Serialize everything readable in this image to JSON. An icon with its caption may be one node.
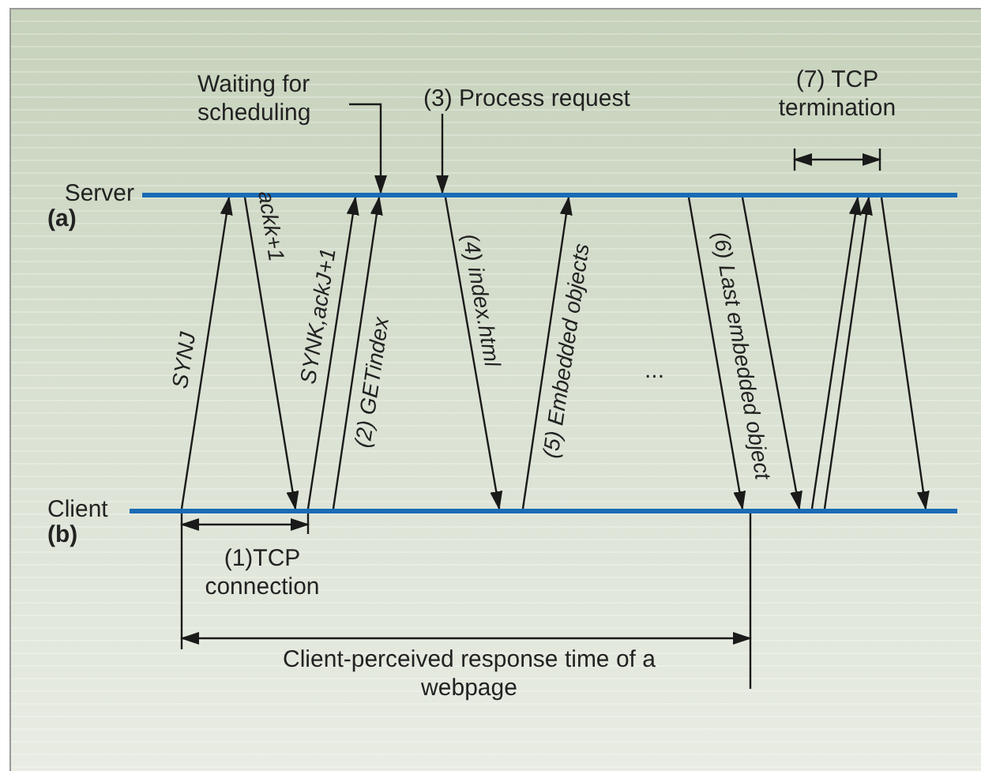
{
  "diagram": {
    "nodes": [
      {
        "text": [
          "Waiting for scheduling"
        ]
      },
      {
        "text": [
          "(3) Process request"
        ]
      },
      {
        "text": [],
        "shape": "line",
        "beside": [
          "Server",
          "(a)"
        ]
      },
      {
        "text": [],
        "shape": "line",
        "beside": [
          "Client",
          "(b)"
        ]
      }
    ],
    "edges": [
      {
        "from": 0,
        "to": 2,
        "arrow": "to"
      },
      {
        "from": 1,
        "to": 2,
        "arrow": "to"
      },
      {
        "from": 3,
        "to": 2,
        "arrow": "to",
        "label": "SYNJ"
      },
      {
        "from": 2,
        "to": 3,
        "arrow": "to",
        "label": "ackk+1"
      },
      {
        "from": 3,
        "to": 2,
        "arrow": "to",
        "label": "SYNK,ackJ+1"
      },
      {
        "from": 3,
        "to": 2,
        "arrow": "to",
        "label": "(2) GETindex"
      },
      {
        "from": 2,
        "to": 3,
        "arrow": "to",
        "label": "(4) index.html"
      },
      {
        "from": 3,
        "to": 2,
        "arrow": "to",
        "label": "(5) Embedded objects"
      },
      {
        "from": 2,
        "to": 3,
        "arrow": "to",
        "label": "(6) Last embedded object"
      },
      {
        "from": 2,
        "to": 3,
        "arrow": "to"
      },
      {
        "from": 3,
        "to": 2,
        "arrow": "to"
      },
      {
        "from": 3,
        "to": 2,
        "arrow": "to"
      },
      {
        "from": 2,
        "to": 3,
        "arrow": "to"
      }
    ],
    "labels": [
      "(7) TCP termination",
      "...",
      "(1)TCP connection",
      "Client-perceived response time of a webpage"
    ]
  }
}
